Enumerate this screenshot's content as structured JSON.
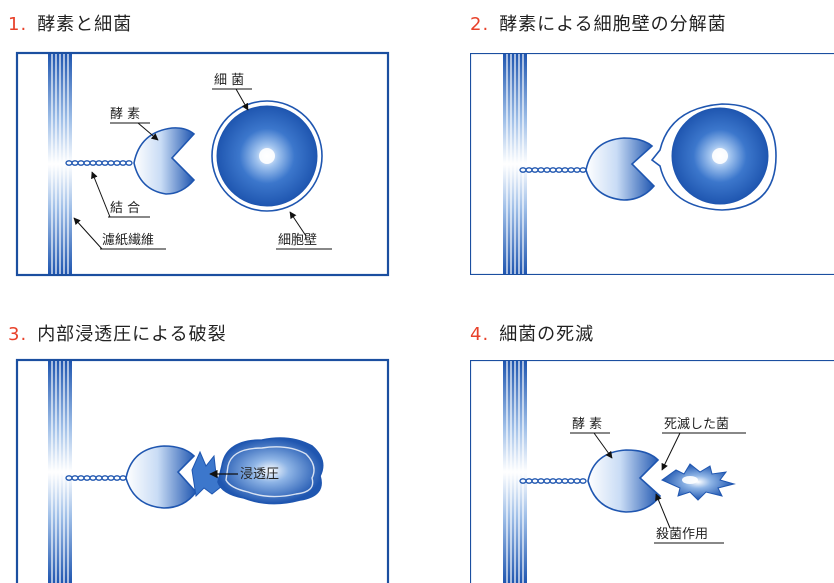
{
  "panels": [
    {
      "number": "1.",
      "title": "酵素と細菌",
      "labels": {
        "enzyme": "酵 素",
        "bacteria": "細 菌",
        "binding": "結 合",
        "fiber": "濾紙繊維",
        "wall": "細胞壁"
      }
    },
    {
      "number": "2.",
      "title": "酵素による細胞壁の分解菌"
    },
    {
      "number": "3.",
      "title": "内部浸透圧による破裂",
      "labels": {
        "osmotic": "浸透圧"
      }
    },
    {
      "number": "4.",
      "title": "細菌の死滅",
      "labels": {
        "enzyme": "酵 素",
        "dead": "死滅した菌",
        "kill": "殺菌作用"
      }
    }
  ],
  "colors": {
    "frame": "#1b4fa0",
    "accent": "#e8412a",
    "bacteria_core": "#ffffff",
    "bacteria_edge": "#1f56b0"
  }
}
